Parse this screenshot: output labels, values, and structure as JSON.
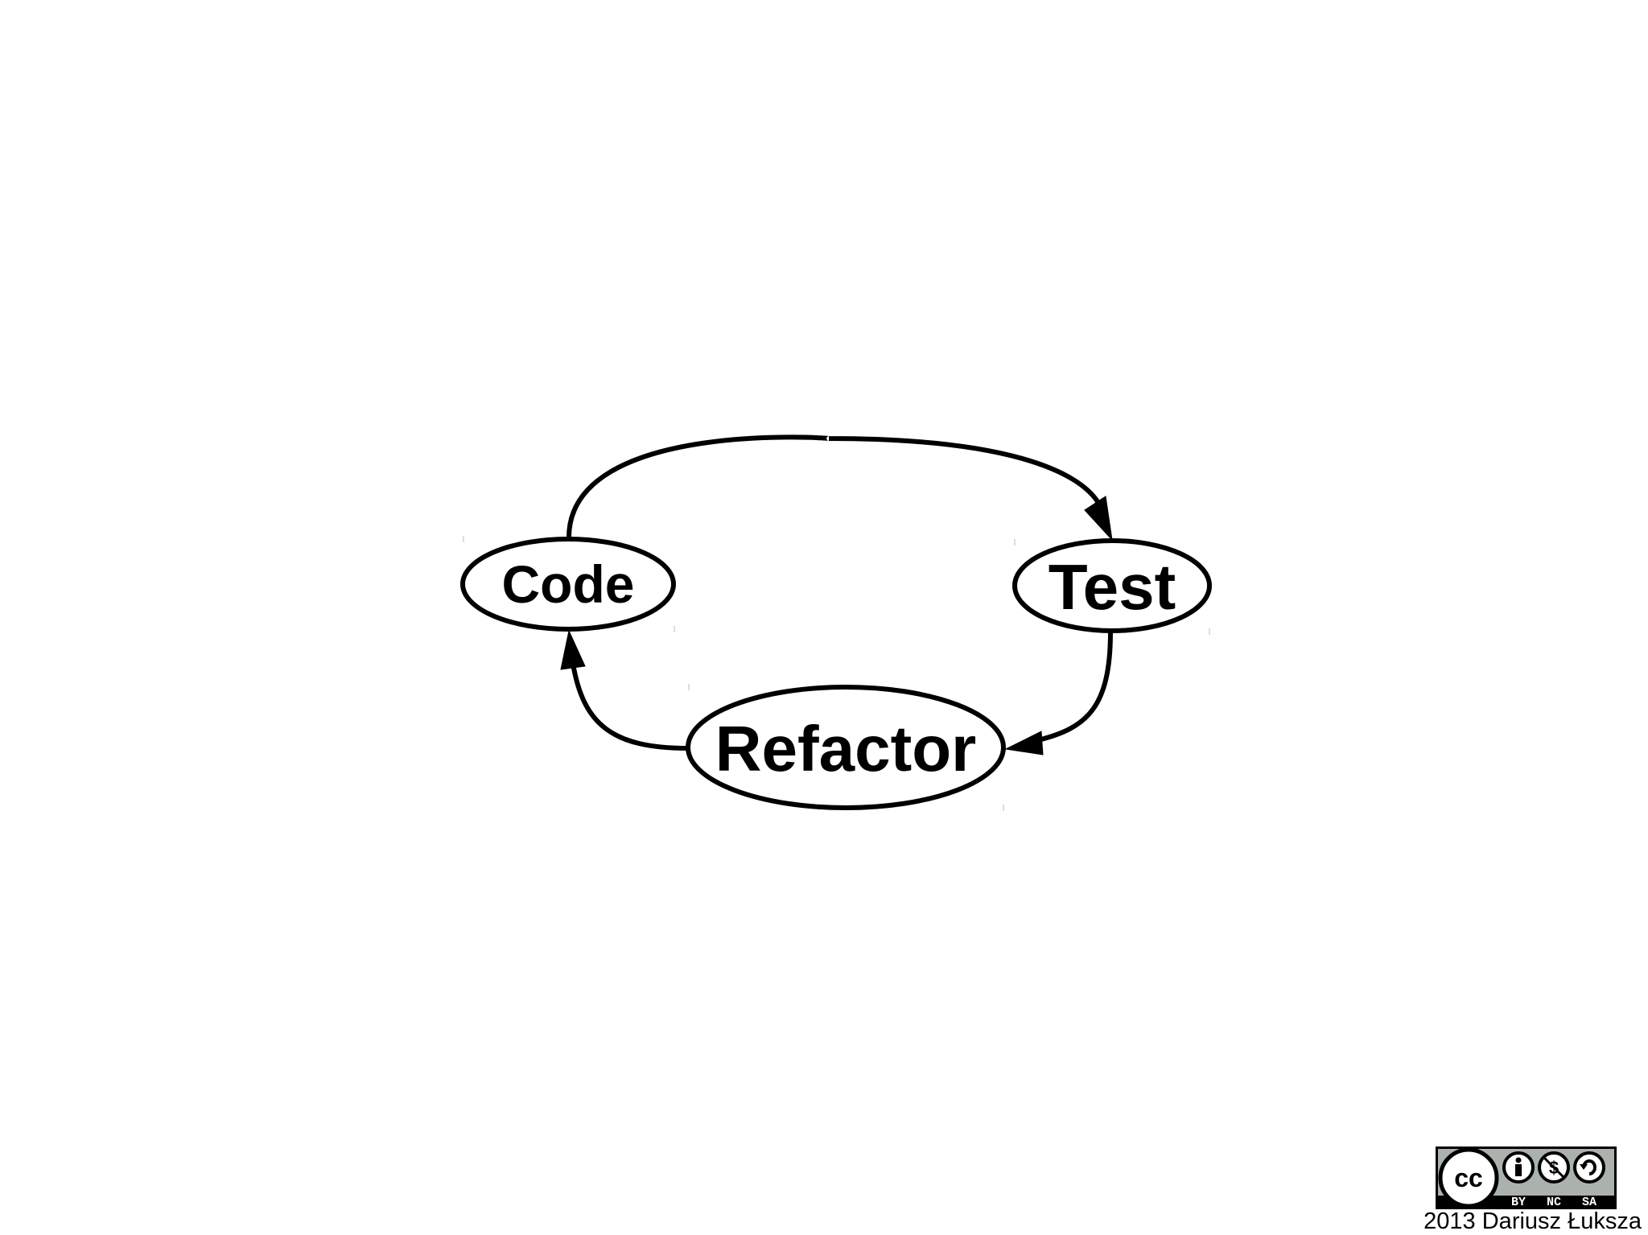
{
  "diagram": {
    "nodes": {
      "code": {
        "label": "Code"
      },
      "test": {
        "label": "Test"
      },
      "refactor": {
        "label": "Refactor"
      }
    },
    "edges": [
      {
        "from": "Code",
        "to": "Test"
      },
      {
        "from": "Test",
        "to": "Refactor"
      },
      {
        "from": "Refactor",
        "to": "Code"
      }
    ]
  },
  "license": {
    "badge_icon": "creative-commons-by-nc-sa-icon",
    "badge_text": {
      "cc": "cc",
      "by": "BY",
      "nc": "NC",
      "sa": "SA"
    }
  },
  "footer": {
    "copyright": "2013 Dariusz Łuksza"
  }
}
